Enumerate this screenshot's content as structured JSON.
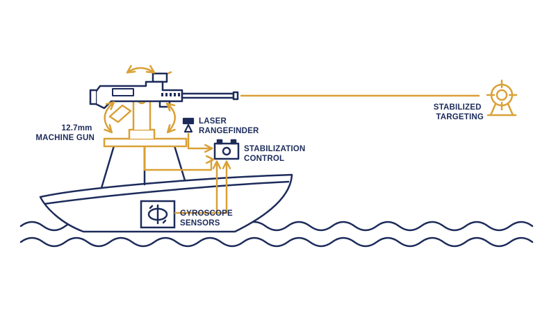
{
  "colors": {
    "navy": "#1c2b5a",
    "gold": "#d9a036",
    "background": "#ffffff"
  },
  "labels": {
    "machine_gun": [
      "12.7mm",
      "MACHINE GUN"
    ],
    "laser": [
      "LASER",
      "RANGEFINDER"
    ],
    "stabilization": [
      "STABILIZATION",
      "CONTROL"
    ],
    "gyroscope": [
      "GYROSCOPE",
      "SENSORS"
    ],
    "targeting": [
      "STABILIZED",
      "TARGETING"
    ]
  },
  "icons": {
    "machine_gun": "machine-gun-icon",
    "laser": "laser-rangefinder-icon",
    "stabilization": "stabilization-control-icon",
    "gyroscope": "gyroscope-sensor-icon",
    "target": "crosshair-target-icon",
    "boat": "boat-hull-icon",
    "waves": "waves-icon"
  }
}
